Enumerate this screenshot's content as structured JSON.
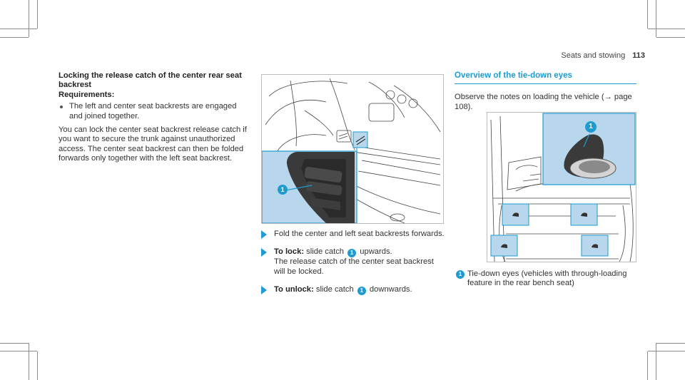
{
  "header": {
    "section": "Seats and stowing",
    "page_number": "113"
  },
  "left": {
    "heading": "Locking the release catch of the center rear seat backrest",
    "requirements_label": "Requirements:",
    "requirement": "The left and center seat backrests are engaged and joined together.",
    "body": "You can lock the center seat backrest release catch if you want to secure the trunk against unauthorized access. The center seat backrest can then be folded forwards only together with the left seat backrest."
  },
  "figure_left": {
    "callout": "1"
  },
  "steps": [
    {
      "label": "",
      "text": "Fold the center and left seat backrests forwards."
    },
    {
      "label": "To lock:",
      "pre": "slide catch",
      "callout": "1",
      "post": "upwards.",
      "extra": "The release catch of the center seat backrest will be locked."
    },
    {
      "label": "To unlock:",
      "pre": "slide catch",
      "callout": "1",
      "post": "downwards."
    }
  ],
  "right": {
    "title": "Overview of the tie-down eyes",
    "note": "Observe the notes on loading the vehicle (→ page 108).",
    "legend_number": "1",
    "legend_text": "Tie-down eyes (vehicles with through-loading feature in the rear bench seat)"
  },
  "figure_right": {
    "callout": "1"
  },
  "colors": {
    "accent": "#1e9bd0",
    "inset": "#b9d7ec"
  }
}
